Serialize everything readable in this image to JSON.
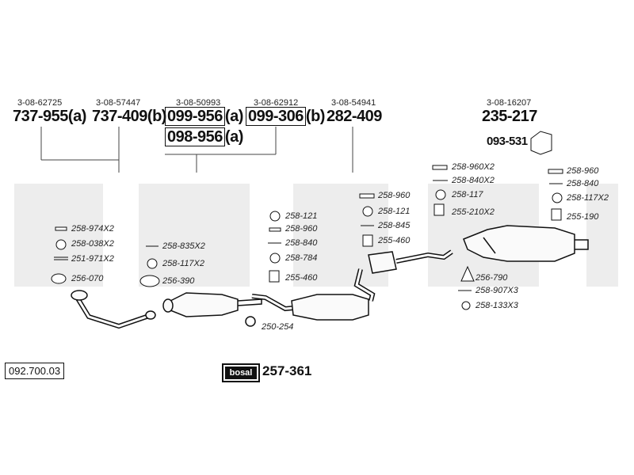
{
  "header_parts": [
    {
      "code": "3-08-62725",
      "pn": "737-955",
      "suffix": "(a)"
    },
    {
      "code": "3-08-57447",
      "pn": "737-409",
      "suffix": "(b)"
    },
    {
      "code": "3-08-50993",
      "pn": "099-956",
      "suffix": "(a)",
      "alt_pn": "098-956",
      "alt_suffix": "(a)"
    },
    {
      "code": "3-08-62912",
      "pn": "099-306",
      "suffix": "(b)"
    },
    {
      "code": "3-08-54941",
      "pn": "282-409",
      "suffix": ""
    },
    {
      "code": "3-08-16207",
      "pn": "235-217",
      "suffix": "",
      "sub_pn": "093-531"
    }
  ],
  "labels": {
    "l1": "258-974X2",
    "l2": "258-038X2",
    "l3": "251-971X2",
    "l4": "256-070",
    "l5": "258-835X2",
    "l6": "258-117X2",
    "l7": "256-390",
    "l8": "258-121",
    "l9": "258-960",
    "l10": "258-840",
    "l11": "258-784",
    "l12": "255-460",
    "l13": "258-960",
    "l14": "258-121",
    "l15": "258-845",
    "l16": "255-460",
    "l17": "258-960X2",
    "l18": "258-840X2",
    "l19": "258-117",
    "l20": "255-210X2",
    "l21": "258-960",
    "l22": "258-840",
    "l23": "258-117X2",
    "l24": "255-190",
    "l25": "256-790",
    "l26": "258-907X3",
    "l27": "258-133X3",
    "l28": "250-254"
  },
  "catalog_id": "092.700.03",
  "brand": "bosal",
  "kit_pn": "257-361",
  "watermark": "bosal"
}
